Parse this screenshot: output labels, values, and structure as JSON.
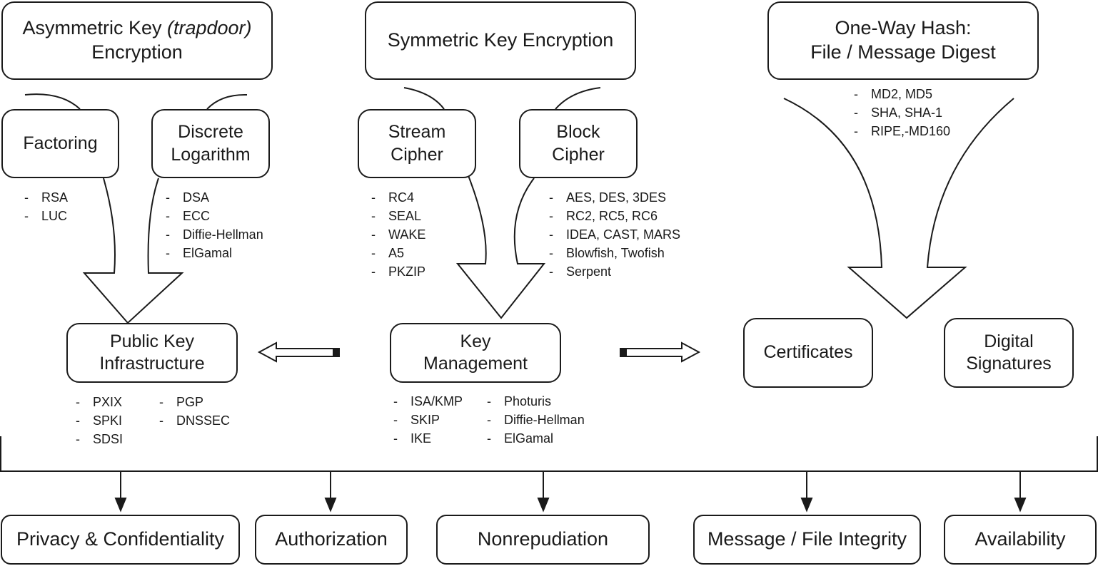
{
  "top_boxes": {
    "asymmetric": {
      "line1_pre": "Asymmetric Key ",
      "line1_italic": "(trapdoor)",
      "line2": "Encryption"
    },
    "symmetric": {
      "line1": "Symmetric Key Encryption"
    },
    "hash": {
      "line1": "One-Way Hash:",
      "line2": "File / Message Digest"
    }
  },
  "mid_boxes": {
    "factoring": {
      "line1": "Factoring"
    },
    "discrete_log": {
      "line1": "Discrete",
      "line2": "Logarithm"
    },
    "stream_cipher": {
      "line1": "Stream",
      "line2": "Cipher"
    },
    "block_cipher": {
      "line1": "Block",
      "line2": "Cipher"
    }
  },
  "hash_items": [
    "MD2, MD5",
    "SHA, SHA-1",
    "RIPE,-MD160"
  ],
  "factoring_items": [
    "RSA",
    "LUC"
  ],
  "discrete_log_items": [
    "DSA",
    "ECC",
    "Diffie-Hellman",
    "ElGamal"
  ],
  "stream_items": [
    "RC4",
    "SEAL",
    "WAKE",
    "A5",
    "PKZIP"
  ],
  "block_items": [
    "AES, DES, 3DES",
    "RC2, RC5, RC6",
    "IDEA, CAST, MARS",
    "Blowfish, Twofish",
    "Serpent"
  ],
  "middle_row": {
    "pki": {
      "line1": "Public Key",
      "line2": "Infrastructure"
    },
    "key_mgmt": {
      "line1": "Key",
      "line2": "Management"
    },
    "certificates": {
      "line1": "Certificates"
    },
    "digital_signatures": {
      "line1": "Digital",
      "line2": "Signatures"
    }
  },
  "pki_items_col1": [
    "PXIX",
    "SPKI",
    "SDSI"
  ],
  "pki_items_col2": [
    "PGP",
    "DNSSEC"
  ],
  "km_items_col1": [
    "ISA/KMP",
    "SKIP",
    "IKE"
  ],
  "km_items_col2": [
    "Photuris",
    "Diffie-Hellman",
    "ElGamal"
  ],
  "bottom_boxes": {
    "privacy": "Privacy & Confidentiality",
    "authorization": "Authorization",
    "nonrepudiation": "Nonrepudiation",
    "integrity": "Message / File Integrity",
    "availability": "Availability"
  },
  "colors": {
    "stroke": "#1a1a1a",
    "background": "#ffffff"
  }
}
